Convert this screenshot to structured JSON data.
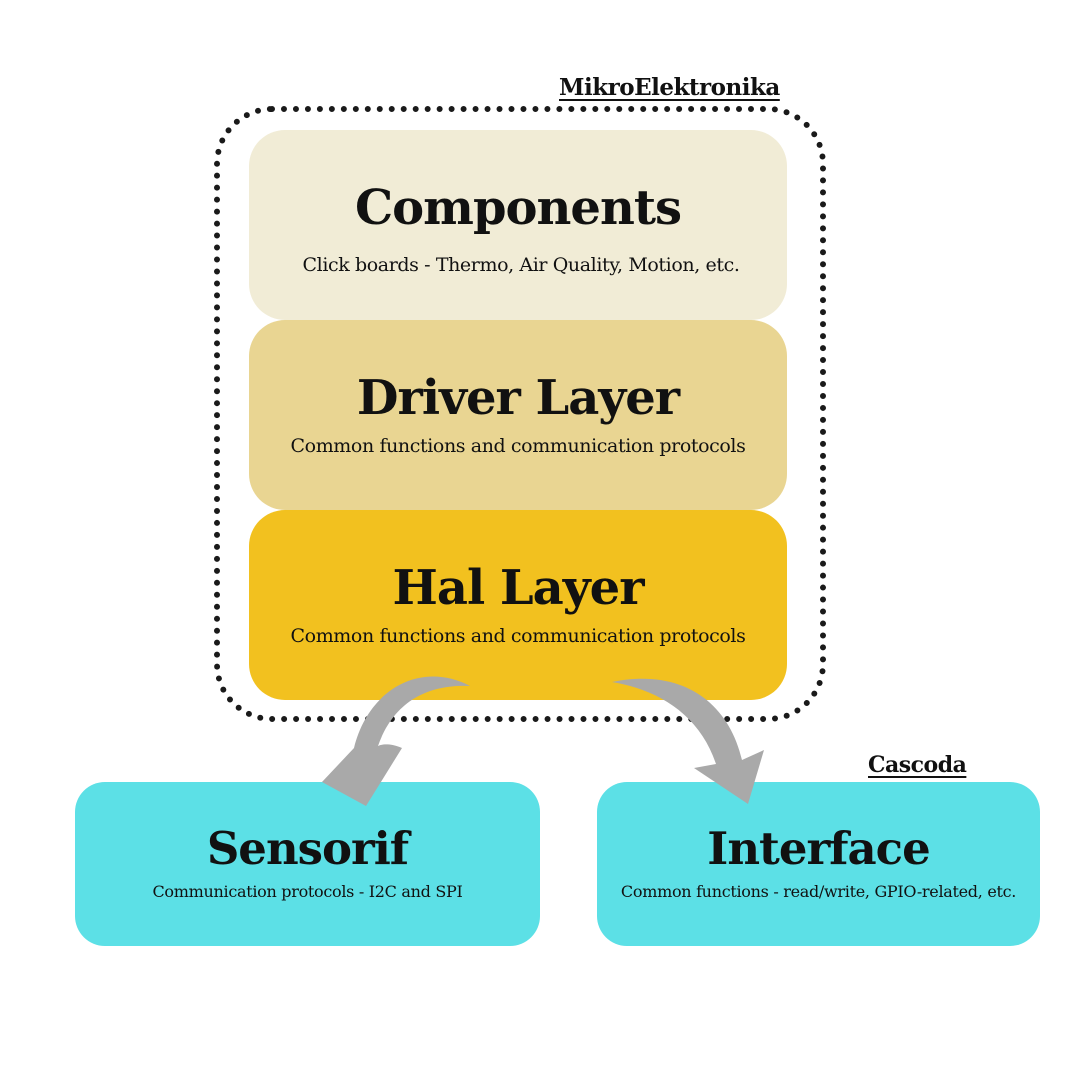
{
  "vendors": {
    "top": "MikroElektronika",
    "bottom": "Cascoda"
  },
  "layers": [
    {
      "title": "Components",
      "subtitle": "Click boards - Thermo, Air Quality, Motion, etc."
    },
    {
      "title": "Driver Layer",
      "subtitle": "Common functions and communication protocols"
    },
    {
      "title": "Hal Layer",
      "subtitle": "Common functions and communication protocols"
    }
  ],
  "targets": [
    {
      "title": "Sensorif",
      "subtitle": "Communication protocols - I2C and SPI"
    },
    {
      "title": "Interface",
      "subtitle": "Common functions - read/write,  GPIO-related, etc."
    }
  ],
  "colors": {
    "components": "#f1ecd6",
    "driver": "#e9d592",
    "hal": "#f2c11f",
    "target": "#5ce0e6",
    "arrow": "#a9a9a9"
  }
}
